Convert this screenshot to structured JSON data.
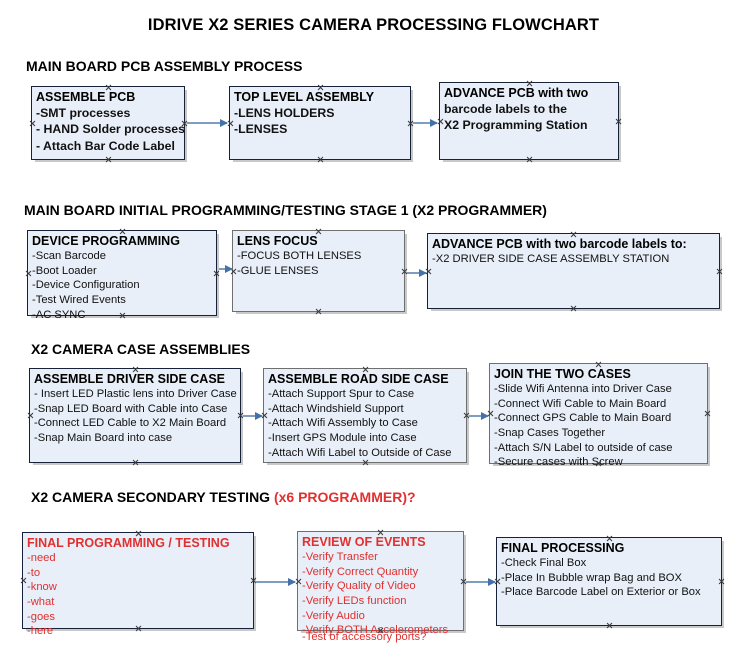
{
  "document": {
    "title": "IDRIVE X2  SERIES CAMERA PROCESSING FLOWCHART"
  },
  "sections": [
    {
      "id": "main-board-pcb-assembly",
      "title": "MAIN BOARD PCB ASSEMBLY PROCESS",
      "accent": ""
    },
    {
      "id": "main-board-initial-programming",
      "title": "MAIN BOARD INITIAL PROGRAMMING/TESTING STAGE 1 (X2 PROGRAMMER)",
      "accent": ""
    },
    {
      "id": "x2-camera-case-assemblies",
      "title": "X2 CAMERA CASE ASSEMBLIES",
      "accent": ""
    },
    {
      "id": "x2-camera-secondary-testing",
      "title": "X2 CAMERA SECONDARY TESTING ",
      "accent": "(x6 PROGRAMMER)?"
    }
  ],
  "nodes": [
    {
      "id": "assemble-pcb",
      "title": "ASSEMBLE PCB",
      "lines": [
        "-SMT processes",
        "- HAND Solder processes",
        "- Attach Bar Code Label"
      ],
      "color": "black"
    },
    {
      "id": "top-level-assembly",
      "title": "TOP LEVEL ASSEMBLY",
      "lines": [
        "-LENS HOLDERS",
        "-LENSES"
      ],
      "color": "black"
    },
    {
      "id": "advance-pcb-to-programming-station",
      "title": "ADVANCE PCB with two",
      "lines": [
        "barcode labels to the",
        " X2 Programming Station"
      ],
      "color": "black"
    },
    {
      "id": "device-programming",
      "title": "DEVICE PROGRAMMING",
      "lines": [
        "-Scan Barcode",
        "-Boot Loader",
        "-Device Configuration",
        "-Test Wired Events",
        "-AC SYNC"
      ],
      "color": "black"
    },
    {
      "id": "lens-focus",
      "title": "LENS FOCUS",
      "lines": [
        "-FOCUS BOTH LENSES",
        "-GLUE LENSES"
      ],
      "color": "black"
    },
    {
      "id": "advance-pcb-to-driver-side-case",
      "title": "ADVANCE PCB with two barcode labels to:",
      "lines": [
        "-X2 DRIVER  SIDE  CASE  ASSEMBLY STATION"
      ],
      "color": "black"
    },
    {
      "id": "assemble-driver-side-case",
      "title": "ASSEMBLE DRIVER SIDE CASE",
      "lines": [
        "- Insert LED Plastic lens into Driver Case",
        "-Snap LED Board with Cable into Case",
        "-Connect LED Cable to X2 Main Board",
        "-Snap Main Board into case"
      ],
      "color": "black"
    },
    {
      "id": "assemble-road-side-case",
      "title": "ASSEMBLE ROAD SIDE CASE",
      "lines": [
        "-Attach Support Spur to Case",
        "-Attach Windshield Support",
        "-Attach Wifi Assembly to Case",
        "-Insert GPS Module into Case",
        "-Attach Wifi Label to Outside of Case"
      ],
      "color": "black"
    },
    {
      "id": "join-the-two-cases",
      "title": "JOIN THE TWO CASES",
      "lines": [
        "-Slide Wifi Antenna into Driver Case",
        "-Connect Wifi Cable to Main Board",
        "-Connect GPS Cable to Main Board",
        "-Snap Cases Together",
        "-Attach S/N Label to outside of case",
        "-Secure cases with Screw"
      ],
      "color": "black"
    },
    {
      "id": "final-programming-testing",
      "title": "FINAL PROGRAMMING / TESTING",
      "lines": [
        "-need",
        "-to",
        "-know",
        "-what",
        "-goes",
        "-here"
      ],
      "color": "red"
    },
    {
      "id": "review-of-events",
      "title": "REVIEW OF EVENTS",
      "lines": [
        "-Verify Transfer",
        "-Verify Correct Quantity",
        "-Verify Quality of Video",
        "-Verify LEDs function",
        "-Verify Audio",
        "-Verify BOTH Accelerometers"
      ],
      "overflow_line": "-Test of accessory ports?",
      "color": "red"
    },
    {
      "id": "final-processing",
      "title": "FINAL PROCESSING",
      "lines": [
        " -Check Final Box",
        "-Place In Bubble wrap Bag and BOX",
        "-Place Barcode Label on Exterior or Box"
      ],
      "color": "black"
    }
  ],
  "connectors": [
    {
      "id": "assemble-pcb-to-top-level-assembly",
      "from": "assemble-pcb",
      "to": "top-level-assembly"
    },
    {
      "id": "top-level-assembly-to-advance-pcb",
      "from": "top-level-assembly",
      "to": "advance-pcb-to-programming-station"
    },
    {
      "id": "device-programming-to-lens-focus",
      "from": "device-programming",
      "to": "lens-focus"
    },
    {
      "id": "lens-focus-to-advance-pcb-driver-side",
      "from": "lens-focus",
      "to": "advance-pcb-to-driver-side-case"
    },
    {
      "id": "driver-side-to-road-side",
      "from": "assemble-driver-side-case",
      "to": "assemble-road-side-case"
    },
    {
      "id": "road-side-to-join-cases",
      "from": "assemble-road-side-case",
      "to": "join-the-two-cases"
    },
    {
      "id": "final-programming-to-review",
      "from": "final-programming-testing",
      "to": "review-of-events"
    },
    {
      "id": "review-to-final-processing",
      "from": "review-of-events",
      "to": "final-processing"
    }
  ],
  "theme": {
    "box_fill": "#e9eff8",
    "box_border": "#18213a",
    "box_border_gray": "#6f6f6f",
    "shadow": "#c9c9c9",
    "arrow_shaft": "#7f9dc0",
    "arrow_head": "#4472a8",
    "accent_red": "#e03030",
    "text": "#000000",
    "background": "#ffffff"
  }
}
